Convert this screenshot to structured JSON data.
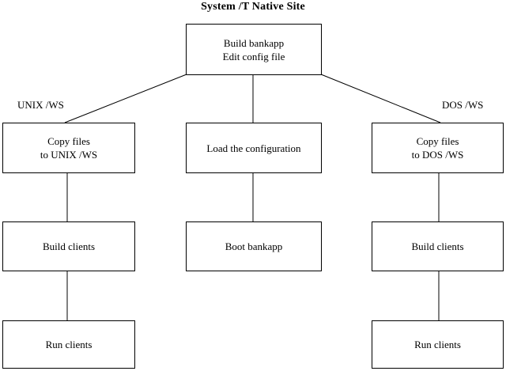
{
  "diagram": {
    "title": "System /T Native Site",
    "background_color": "#ffffff",
    "line_color": "#000000",
    "nodes": {
      "root": {
        "line1": "Build bankapp",
        "line2": "Edit config file"
      },
      "unix_copy": {
        "line1": "Copy files",
        "line2": "to UNIX /WS"
      },
      "middle_load": {
        "line1": "Load the configuration",
        "line2": ""
      },
      "dos_copy": {
        "line1": "Copy files",
        "line2": "to DOS /WS"
      },
      "unix_build": {
        "line1": "Build clients",
        "line2": ""
      },
      "middle_boot": {
        "line1": "Boot bankapp",
        "line2": ""
      },
      "dos_build": {
        "line1": "Build clients",
        "line2": ""
      },
      "unix_run": {
        "line1": "Run clients",
        "line2": ""
      },
      "dos_run": {
        "line1": "Run clients",
        "line2": ""
      }
    },
    "branch_labels": {
      "left": "UNIX /WS",
      "right": "DOS /WS"
    }
  }
}
